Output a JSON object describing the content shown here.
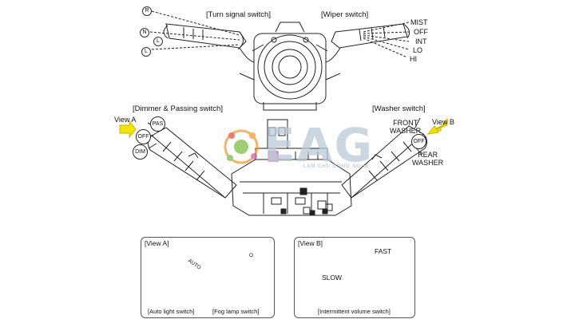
{
  "top_labels": {
    "turn_signal": "[Turn signal switch]",
    "wiper": "[Wiper switch]",
    "turn_R": "R",
    "turn_N": "N",
    "turn_L": "L",
    "turn_L2": "L"
  },
  "wiper_positions": [
    "MIST",
    "OFF",
    "INT",
    "LO",
    "HI"
  ],
  "middle_labels": {
    "dimmer": "[Dimmer & Passing switch]",
    "washer": "[Washer switch]",
    "view_a": "View A",
    "view_b": "View B",
    "pas": "PAS",
    "off_left": "OFF",
    "dim": "DIM",
    "front_washer": "FRONT\nWASHER",
    "off_right": "OFF",
    "rear_washer": "REAR\nWASHER"
  },
  "watermark": {
    "text": "EAG",
    "sub": "LAM CHU CONG NGHE"
  },
  "view_a_panel": {
    "title": "[View A]",
    "auto": "AUTO",
    "fog_o": "O",
    "caption_left": "[Auto light switch]",
    "caption_right": "[Fog lamp switch]"
  },
  "view_b_panel": {
    "title": "[View B]",
    "fast": "FAST",
    "slow": "SLOW",
    "caption": "[Intermittent volume switch]"
  },
  "colors": {
    "arrow_fill": "#f2e400",
    "watermark_orange": "#f39a2b",
    "watermark_green": "#7bc043",
    "watermark_red": "#e94e3c",
    "watermark_pink": "#d65fb0"
  }
}
